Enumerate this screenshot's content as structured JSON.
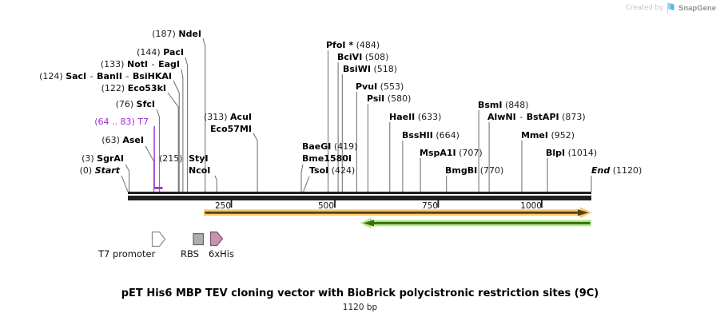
{
  "credit": {
    "prefix": "Created by",
    "brand": "SnapGene"
  },
  "title": {
    "text": "pET His6 MBP TEV cloning vector with BioBrick polycistronic restriction sites (9C)",
    "subtitle": "1120 bp"
  },
  "ruler": {
    "ticks": [
      "250",
      "500",
      "750",
      "1000"
    ]
  },
  "sites": {
    "nde": {
      "num": "(187)",
      "name": "NdeI"
    },
    "pac": {
      "num": "(144)",
      "name": "PacI"
    },
    "noteag": {
      "num": "(133)",
      "name": "NotI",
      "sep": "-",
      "name2": "EagI"
    },
    "sacgrp": {
      "num": "(124)",
      "name": "SacI",
      "sep": "-",
      "name2": "BanII",
      "sep2": "-",
      "name3": "BsiHKAI"
    },
    "eco53k": {
      "num": "(122)",
      "name": "Eco53kI"
    },
    "sfc": {
      "num": "(76)",
      "name": "SfcI"
    },
    "t7region": {
      "num": "(64 .. 83)",
      "name": "T7"
    },
    "ase": {
      "num": "(63)",
      "name": "AseI"
    },
    "sgr": {
      "num": "(3)",
      "name": "SgrAI"
    },
    "start": {
      "num": "(0)",
      "name": "Start"
    },
    "sty": {
      "num": "(215)",
      "name": "StyI"
    },
    "nco": {
      "name": "NcoI"
    },
    "acu": {
      "num": "(313)",
      "name": "AcuI"
    },
    "eco57m": {
      "name": "Eco57MI"
    },
    "bae": {
      "name": "BaeGI",
      "num": "(419)"
    },
    "bme": {
      "name": "Bme1580I"
    },
    "tso": {
      "name": "TsoI",
      "num": "(424)"
    },
    "pfo": {
      "name": "PfoI *",
      "num": "(484)"
    },
    "bciv": {
      "name": "BciVI",
      "num": "(508)"
    },
    "bsiw": {
      "name": "BsiWI",
      "num": "(518)"
    },
    "pvu": {
      "name": "PvuI",
      "num": "(553)"
    },
    "psi": {
      "name": "PsiI",
      "num": "(580)"
    },
    "hae": {
      "name": "HaeII",
      "num": "(633)"
    },
    "bssh": {
      "name": "BssHII",
      "num": "(664)"
    },
    "mspa": {
      "name": "MspA1I",
      "num": "(707)"
    },
    "bmgb": {
      "name": "BmgBI",
      "num": "(770)"
    },
    "bsm": {
      "name": "BsmI",
      "num": "(848)"
    },
    "alwn": {
      "name": "AlwNI",
      "sep": "-",
      "name2": "BstAPI",
      "num": "(873)"
    },
    "mme": {
      "name": "MmeI",
      "num": "(952)"
    },
    "blp": {
      "name": "BlpI",
      "num": "(1014)"
    },
    "end": {
      "name": "End",
      "num": "(1120)"
    }
  },
  "features": {
    "t7_promoter": {
      "label": "T7 promoter"
    },
    "rbs": {
      "label": "RBS"
    },
    "his6": {
      "label": "6xHis"
    }
  }
}
